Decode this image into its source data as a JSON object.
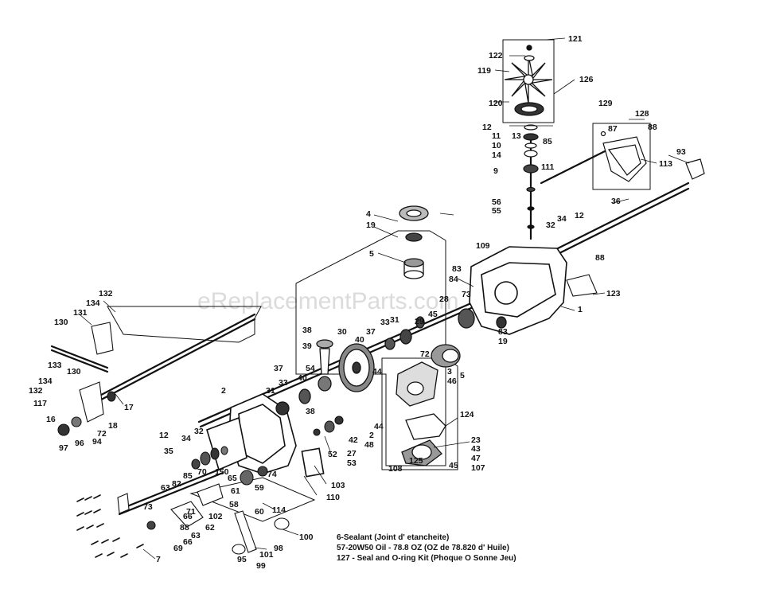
{
  "watermark": "eReplacementParts.com",
  "notes": [
    "6-Sealant (Joint d' etancheite)",
    "57-20W50 Oil - 78.8 OZ (OZ de 78.820 d' Huile)",
    "127 - Seal and O-ring Kit (Phoque O Sonne Jeu)"
  ],
  "callouts": [
    "121",
    "122",
    "119",
    "126",
    "120",
    "129",
    "128",
    "12",
    "11",
    "13",
    "87",
    "88",
    "10",
    "85",
    "14",
    "111",
    "113",
    "93",
    "9",
    "56",
    "55",
    "36",
    "4",
    "19",
    "34",
    "12",
    "32",
    "109",
    "5",
    "88",
    "83",
    "84",
    "123",
    "73",
    "28",
    "1",
    "132",
    "134",
    "131",
    "38",
    "30",
    "37",
    "33",
    "31",
    "45",
    "29",
    "83",
    "19",
    "130",
    "40",
    "39",
    "72",
    "3",
    "5",
    "46",
    "54",
    "44",
    "133",
    "130",
    "37",
    "40",
    "134",
    "132",
    "2",
    "31",
    "33",
    "38",
    "117",
    "17",
    "16",
    "18",
    "72",
    "96",
    "94",
    "97",
    "2",
    "44",
    "124",
    "48",
    "42",
    "12",
    "34",
    "32",
    "52",
    "27",
    "35",
    "53",
    "23",
    "43",
    "47",
    "107",
    "125",
    "45",
    "108",
    "70",
    "85",
    "150",
    "65",
    "82",
    "59",
    "74",
    "103",
    "110",
    "63",
    "61",
    "58",
    "73",
    "60",
    "114",
    "66",
    "71",
    "62",
    "102",
    "88",
    "63",
    "69",
    "66",
    "100",
    "98",
    "95",
    "101",
    "99",
    "7"
  ]
}
